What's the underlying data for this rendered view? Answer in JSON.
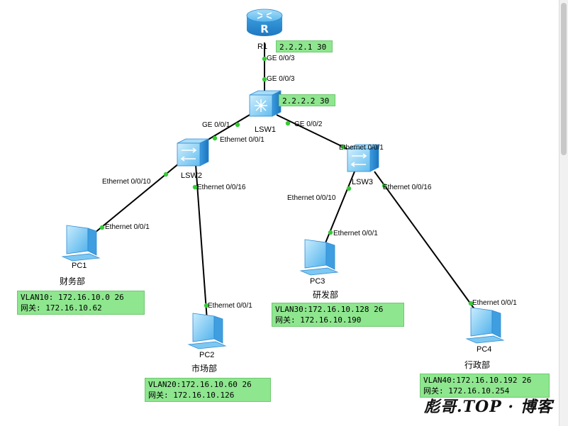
{
  "devices": {
    "r1": {
      "name": "R1"
    },
    "lsw1": {
      "name": "LSW1"
    },
    "lsw2": {
      "name": "LSW2"
    },
    "lsw3": {
      "name": "LSW3"
    },
    "pc1": {
      "name": "PC1",
      "dept": "财务部"
    },
    "pc2": {
      "name": "PC2",
      "dept": "市场部"
    },
    "pc3": {
      "name": "PC3",
      "dept": "研发部"
    },
    "pc4": {
      "name": "PC4",
      "dept": "行政部"
    }
  },
  "ports": {
    "r1_ge003": "GE 0/0/3",
    "lsw1_ge003": "GE 0/0/3",
    "lsw1_ge001": "GE 0/0/1",
    "lsw1_ge002": "GE 0/0/2",
    "lsw2_eth001": "Ethernet 0/0/1",
    "lsw2_eth0010": "Ethernet 0/0/10",
    "lsw2_eth0016": "Ethernet 0/0/16",
    "lsw3_eth001": "Ethernet 0/0/1",
    "lsw3_eth0010": "Ethernet 0/0/10",
    "lsw3_eth0016": "Ethernet 0/0/16",
    "pc1_eth001": "Ethernet 0/0/1",
    "pc2_eth001": "Ethernet 0/0/1",
    "pc3_eth001": "Ethernet 0/0/1",
    "pc4_eth001": "Ethernet 0/0/1"
  },
  "notes": {
    "r1_ip": "2.2.2.1 30",
    "lsw1_ip": "2.2.2.2 30",
    "pc1_vlan": "VLAN10: 172.16.10.0 26",
    "pc1_gw": "网关: 172.16.10.62",
    "pc2_vlan": "VLAN20:172.16.10.60 26",
    "pc2_gw": "网关: 172.16.10.126",
    "pc3_vlan": "VLAN30:172.16.10.128 26",
    "pc3_gw": "网关: 172.16.10.190",
    "pc4_vlan": "VLAN40:172.16.10.192 26",
    "pc4_gw": "网关: 172.16.10.254"
  },
  "watermark": "彪哥.TOP · 博客",
  "colors": {
    "note_bg": "#8ee68e",
    "link_dot": "#33cc33",
    "device_blue": "#4aa8e8",
    "router_blue": "#3fa0e0"
  }
}
